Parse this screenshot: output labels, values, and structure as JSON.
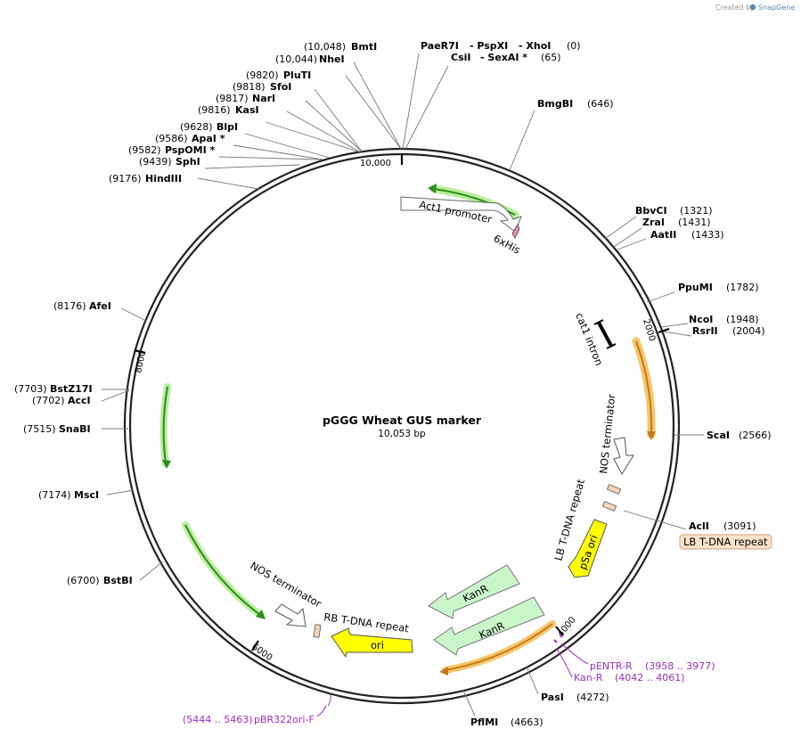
{
  "credit": {
    "prefix": "Created by",
    "brand": "SnapGene"
  },
  "plasmid": {
    "name": "pGGG Wheat GUS marker",
    "length": "10,053 bp"
  },
  "ticks": [
    "10,000",
    "2000",
    "4000",
    "6000",
    "8000"
  ],
  "sites": [
    {
      "name": "BmtI",
      "pos": "(10,048)"
    },
    {
      "name": "NheI",
      "pos": "(10,044)"
    },
    {
      "name": "PaeR7I",
      "sep1": "- PspXI",
      "sep2": "- XhoI",
      "pos": "(0)"
    },
    {
      "name": "CsiI",
      "sep1": "- SexAI *",
      "pos": "(65)"
    },
    {
      "name": "PluTI",
      "pos": "(9820)"
    },
    {
      "name": "SfoI",
      "pos": "(9818)"
    },
    {
      "name": "NarI",
      "pos": "(9817)"
    },
    {
      "name": "KasI",
      "pos": "(9816)"
    },
    {
      "name": "BmgBI",
      "pos": "(646)"
    },
    {
      "name": "BlpI",
      "pos": "(9628)"
    },
    {
      "name": "ApaI *",
      "pos": "(9586)"
    },
    {
      "name": "PspOMI *",
      "pos": "(9582)"
    },
    {
      "name": "SphI",
      "pos": "(9439)"
    },
    {
      "name": "HindIII",
      "pos": "(9176)"
    },
    {
      "name": "BbvCI",
      "pos": "(1321)"
    },
    {
      "name": "ZraI",
      "pos": "(1431)"
    },
    {
      "name": "AatII",
      "pos": "(1433)"
    },
    {
      "name": "PpuMI",
      "pos": "(1782)"
    },
    {
      "name": "NcoI",
      "pos": "(1948)"
    },
    {
      "name": "RsrII",
      "pos": "(2004)"
    },
    {
      "name": "AfeI",
      "pos": "(8176)"
    },
    {
      "name": "BstZ17I",
      "pos": "(7703)"
    },
    {
      "name": "AccI",
      "pos": "(7702)"
    },
    {
      "name": "SnaBI",
      "pos": "(7515)"
    },
    {
      "name": "ScaI",
      "pos": "(2566)"
    },
    {
      "name": "MscI",
      "pos": "(7174)"
    },
    {
      "name": "AclI",
      "pos": "(3091)"
    },
    {
      "name": "BstBI",
      "pos": "(6700)"
    },
    {
      "name": "PasI",
      "pos": "(4272)"
    },
    {
      "name": "PflMI",
      "pos": "(4663)"
    }
  ],
  "features": {
    "act1_promoter": "Act1 promoter",
    "his_tag": "6xHis",
    "cat1_intron": "cat1 intron",
    "nos_terminator_right": "NOS terminator",
    "lb_repeat": "LB T-DNA repeat",
    "lb_repeat_box": "LB T-DNA repeat",
    "psa_ori": "pSa ori",
    "kanr_1": "KanR",
    "kanr_2": "KanR",
    "nos_terminator_left": "NOS terminator",
    "rb_repeat": "RB T-DNA repeat",
    "ori": "ori"
  },
  "primers": [
    {
      "name": "pENTR-R",
      "range": "(3958 .. 3977)"
    },
    {
      "name": "Kan-R",
      "range": "(4042 .. 4061)"
    },
    {
      "name": "pBR322ori-F",
      "range": "(5444 .. 5463)"
    }
  ],
  "colors": {
    "backbone": "#222222",
    "green_arrow": "#2e8b1e",
    "green_glow": "#b9ee9c",
    "orange_arrow": "#c47a1a",
    "orange_glow": "#f7c56a",
    "yellow": "#ffff00",
    "kanr_fill": "#c9f6c9",
    "pink_feature": "#f4d3b8",
    "primer": "#9b2fc7"
  }
}
